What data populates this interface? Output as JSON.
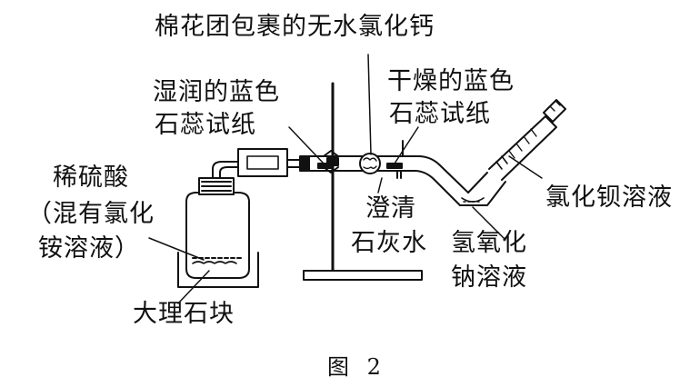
{
  "labels": {
    "cotton_cacl2": "棉花团包裹的无水氯化钙",
    "wet_litmus_1": "湿润的蓝色",
    "wet_litmus_2": "石蕊试纸",
    "dry_litmus_1": "干燥的蓝色",
    "dry_litmus_2": "石蕊试纸",
    "dilute_acid_1": "稀硫酸",
    "dilute_acid_2": "（混有氯化",
    "dilute_acid_3": "铵溶液）",
    "bacl2": "氯化钡溶液",
    "limewater_1": "澄清",
    "limewater_2": "石灰水",
    "naoh_1": "氢氧化",
    "naoh_2": "钠溶液",
    "marble": "大理石块"
  },
  "caption": "图 2",
  "colors": {
    "ink": "#111111",
    "background": "#ffffff"
  }
}
